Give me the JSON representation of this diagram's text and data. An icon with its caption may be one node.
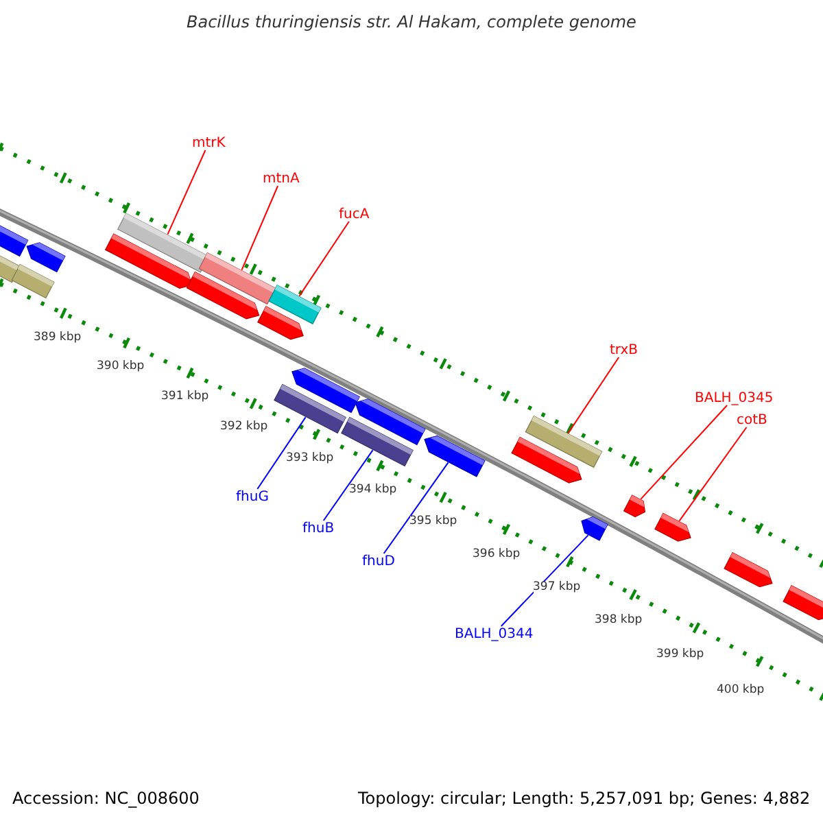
{
  "diagram": {
    "title": "Bacillus thuringiensis str. Al Hakam, complete genome",
    "nodes": [
      {
        "text": [
          "mtrK"
        ]
      },
      {
        "text": [],
        "shape": "bar"
      },
      {
        "text": [
          "mtnA"
        ]
      },
      {
        "text": [],
        "shape": "bar"
      },
      {
        "text": [
          "fucA"
        ]
      },
      {
        "text": [],
        "shape": "bar"
      },
      {
        "text": [
          "trxB"
        ]
      },
      {
        "text": [],
        "shape": "bar"
      },
      {
        "text": [
          "BALH_0345"
        ]
      },
      {
        "text": [],
        "shape": "arrow"
      },
      {
        "text": [
          "cotB"
        ]
      },
      {
        "text": [],
        "shape": "arrow"
      },
      {
        "text": [
          "fhuG"
        ]
      },
      {
        "text": [],
        "shape": "bar"
      },
      {
        "text": [
          "fhuB"
        ]
      },
      {
        "text": [],
        "shape": "bar"
      },
      {
        "text": [
          "fhuD"
        ]
      },
      {
        "text": [],
        "shape": "arrow"
      },
      {
        "text": [
          "BALH_0344"
        ]
      },
      {
        "text": [],
        "shape": "arrow"
      }
    ],
    "edges": [
      {
        "from": 0,
        "to": 1,
        "arrow": "none"
      },
      {
        "from": 2,
        "to": 3,
        "arrow": "none"
      },
      {
        "from": 4,
        "to": 5,
        "arrow": "none"
      },
      {
        "from": 6,
        "to": 7,
        "arrow": "none"
      },
      {
        "from": 8,
        "to": 9,
        "arrow": "none"
      },
      {
        "from": 10,
        "to": 11,
        "arrow": "none"
      },
      {
        "from": 12,
        "to": 13,
        "arrow": "none",
        "color": "#0000ff"
      },
      {
        "from": 14,
        "to": 15,
        "arrow": "none",
        "color": "#0000ff"
      },
      {
        "from": 16,
        "to": 17,
        "arrow": "none",
        "color": "#0000ff"
      },
      {
        "from": 18,
        "to": 19,
        "arrow": "none",
        "color": "#0000ff"
      }
    ],
    "labels": [
      "389 kbp",
      "390 kbp",
      "391 kbp",
      "392 kbp",
      "393 kbp",
      "394 kbp",
      "395 kbp",
      "396 kbp",
      "397 kbp",
      "398 kbp",
      "399 kbp",
      "400 kbp",
      "Accession: NC_008600",
      "Topology: circular; Length: 5,257,091 bp; Genes: 4,882"
    ]
  }
}
